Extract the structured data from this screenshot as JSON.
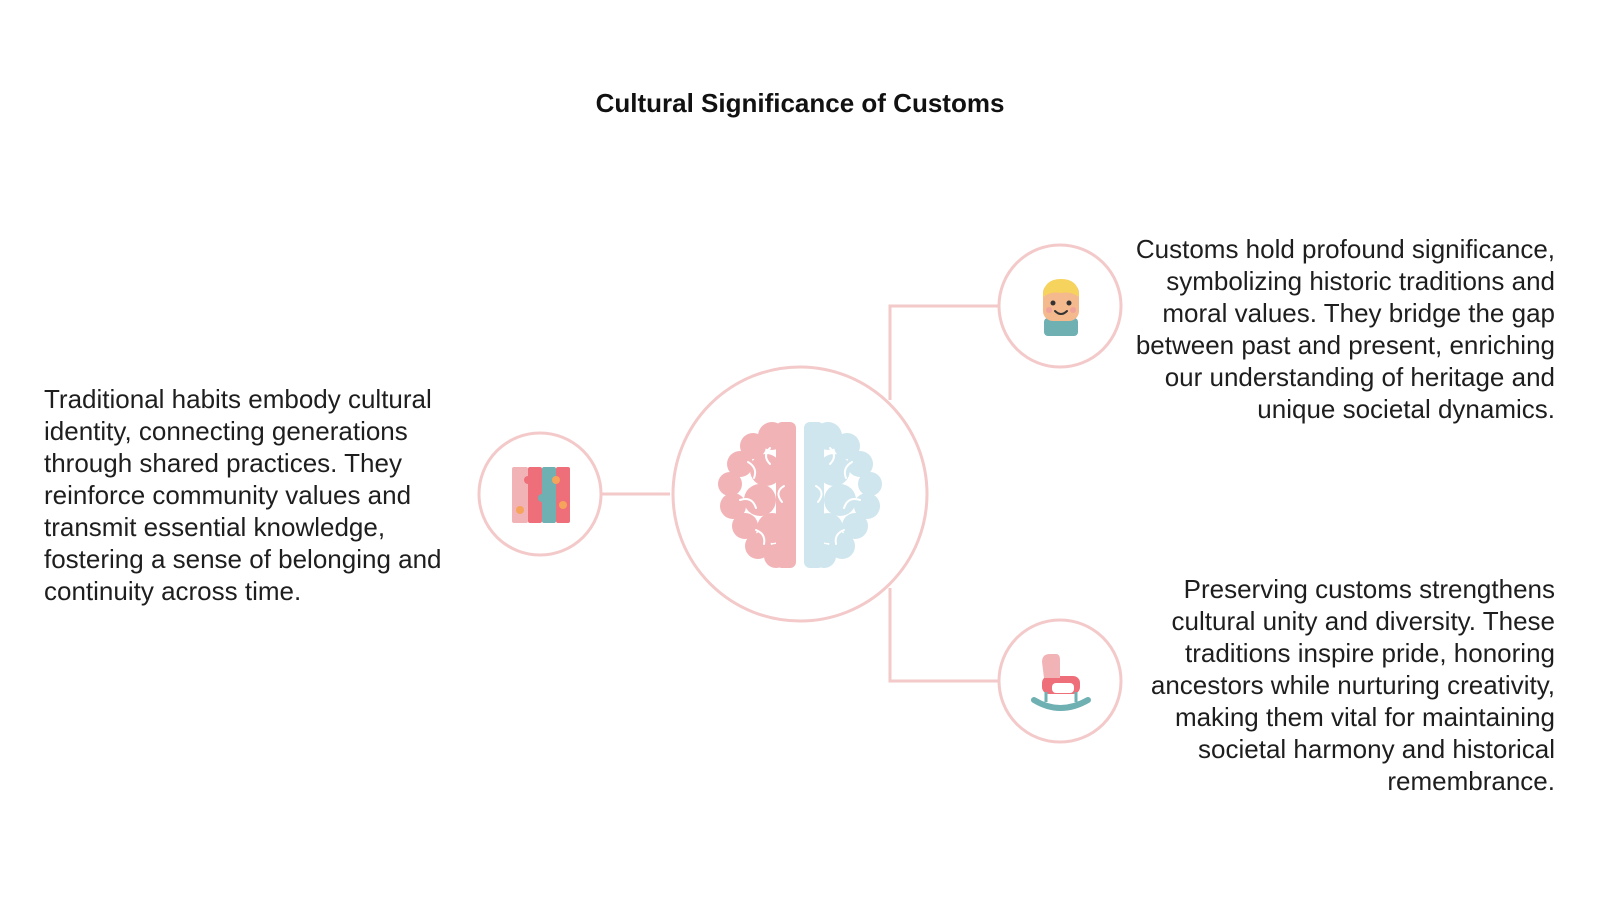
{
  "title": "Cultural Significance of Customs",
  "nodes": {
    "left": {
      "icon": "puzzle-icon",
      "text": "Traditional habits embody cultural identity, connecting generations through shared practices. They reinforce community values and transmit essential knowledge, fostering a sense of belonging and continuity across time."
    },
    "top_right": {
      "icon": "child-face-icon",
      "text": "Customs hold profound significance, symbolizing historic traditions and moral values. They bridge the gap between past and present, enriching our understanding of heritage and unique societal dynamics."
    },
    "bottom_right": {
      "icon": "rocking-horse-icon",
      "text": "Preserving customs strengthens cultural unity and diversity. These traditions inspire pride, honoring ancestors while nurturing creativity, making them vital for maintaining societal harmony and historical remembrance."
    },
    "center": {
      "icon": "brain-icon"
    }
  },
  "colors": {
    "connector": "#f3c9c9",
    "brain_left": "#f2b3b7",
    "brain_right": "#cfe6ee",
    "puzzle_teal": "#6fb0b3",
    "puzzle_pink": "#ee6f79",
    "puzzle_orange": "#f6a35c"
  }
}
